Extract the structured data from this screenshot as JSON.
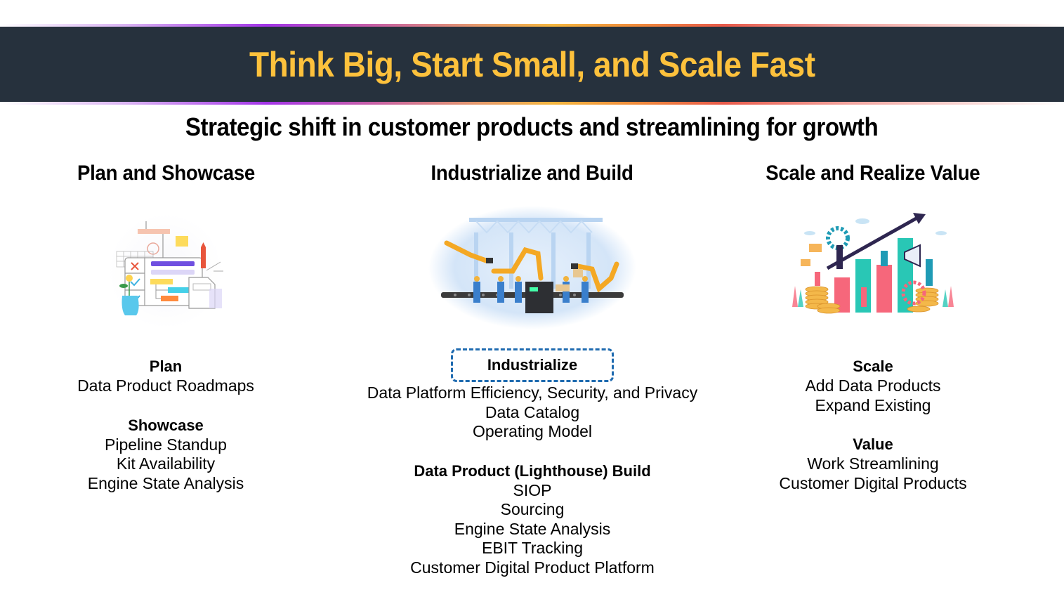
{
  "banner": {
    "title": "Think Big, Start Small, and Scale Fast",
    "title_color": "#fdc13c",
    "background_color": "#26313d"
  },
  "subtitle": "Strategic shift in customer products and streamlining for growth",
  "columns": [
    {
      "heading": "Plan and Showcase",
      "illustration": "planning-board-illustration",
      "groups": [
        {
          "title": "Plan",
          "items": [
            "Data Product Roadmaps"
          ]
        },
        {
          "title": "Showcase",
          "items": [
            "Pipeline Standup",
            "Kit Availability",
            "Engine State Analysis"
          ]
        }
      ]
    },
    {
      "heading": "Industrialize and Build",
      "illustration": "factory-robot-arms-illustration",
      "groups": [
        {
          "title": "Industrialize",
          "highlighted": true,
          "highlight_color": "#1f6bb0",
          "items": [
            "Data Platform Efficiency, Security, and Privacy",
            "Data Catalog",
            "Operating Model"
          ]
        },
        {
          "title": "Data Product (Lighthouse) Build",
          "items": [
            "SIOP",
            "Sourcing",
            "Engine State Analysis",
            "EBIT Tracking",
            "Customer Digital Product Platform"
          ]
        }
      ]
    },
    {
      "heading": "Scale and Realize Value",
      "illustration": "growth-chart-team-illustration",
      "groups": [
        {
          "title": "Scale",
          "items": [
            "Add Data Products",
            "Expand Existing"
          ]
        },
        {
          "title": "Value",
          "items": [
            "Work Streamlining",
            "Customer Digital Products"
          ]
        }
      ]
    }
  ]
}
